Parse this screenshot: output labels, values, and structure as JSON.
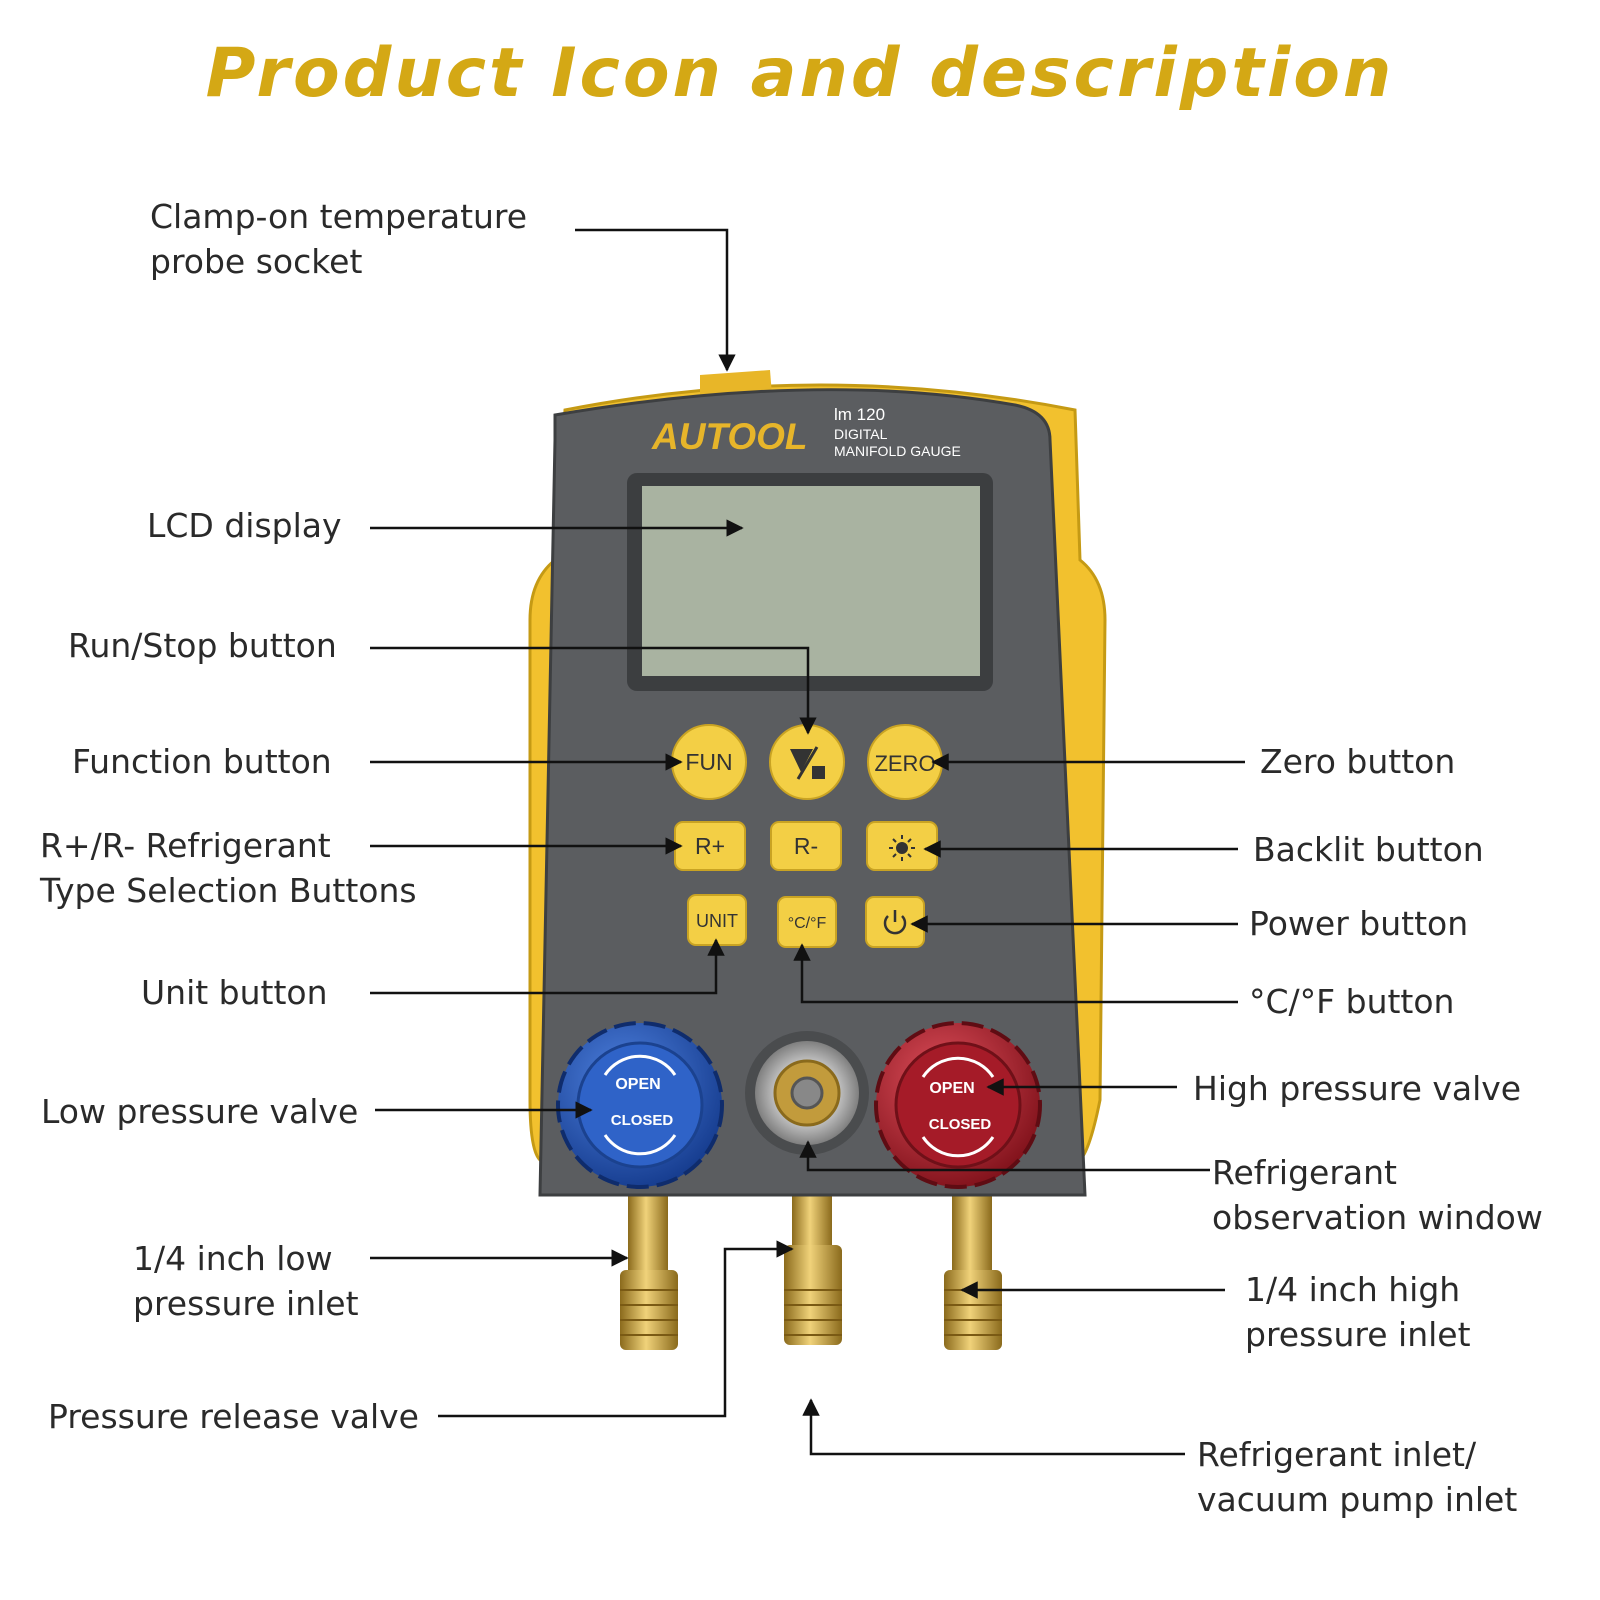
{
  "title": "Product Icon and description",
  "device": {
    "brand": "AUTOOL",
    "model": "lm 120",
    "line1": "DIGITAL",
    "line2": "MANIFOLD GAUGE",
    "btn_fun": "FUN",
    "btn_zero": "ZERO",
    "btn_rplus": "R+",
    "btn_rminus": "R-",
    "btn_unit": "UNIT",
    "btn_cf": "°C/°F",
    "valve_open": "OPEN",
    "valve_closed": "CLOSED"
  },
  "labels": {
    "clamp_1": "Clamp-on temperature",
    "clamp_2": "probe socket",
    "lcd": "LCD display",
    "runstop": "Run/Stop button",
    "function": "Function button",
    "refrig_1": "R+/R- Refrigerant",
    "refrig_2": "Type Selection Buttons",
    "unit": "Unit button",
    "lowvalve": "Low pressure valve",
    "lowinlet_1": "1/4 inch low",
    "lowinlet_2": "pressure inlet",
    "release": "Pressure release valve",
    "zero": "Zero button",
    "backlit": "Backlit button",
    "power": "Power button",
    "cf": "°C/°F button",
    "highvalve": "High pressure valve",
    "window_1": "Refrigerant",
    "window_2": "observation window",
    "highinlet_1": "1/4 inch high",
    "highinlet_2": "pressure inlet",
    "vacuum_1": "Refrigerant inlet/",
    "vacuum_2": "vacuum pump inlet"
  },
  "colors": {
    "title": "#d4a815",
    "housing": "#5b5d60",
    "bumper": "#f2c12e",
    "button": "#f3cf45",
    "lcd": "#a9b3a1",
    "low_valve": "#1f4fb5",
    "high_valve": "#b51e2c",
    "brass": "#c9a23a"
  }
}
